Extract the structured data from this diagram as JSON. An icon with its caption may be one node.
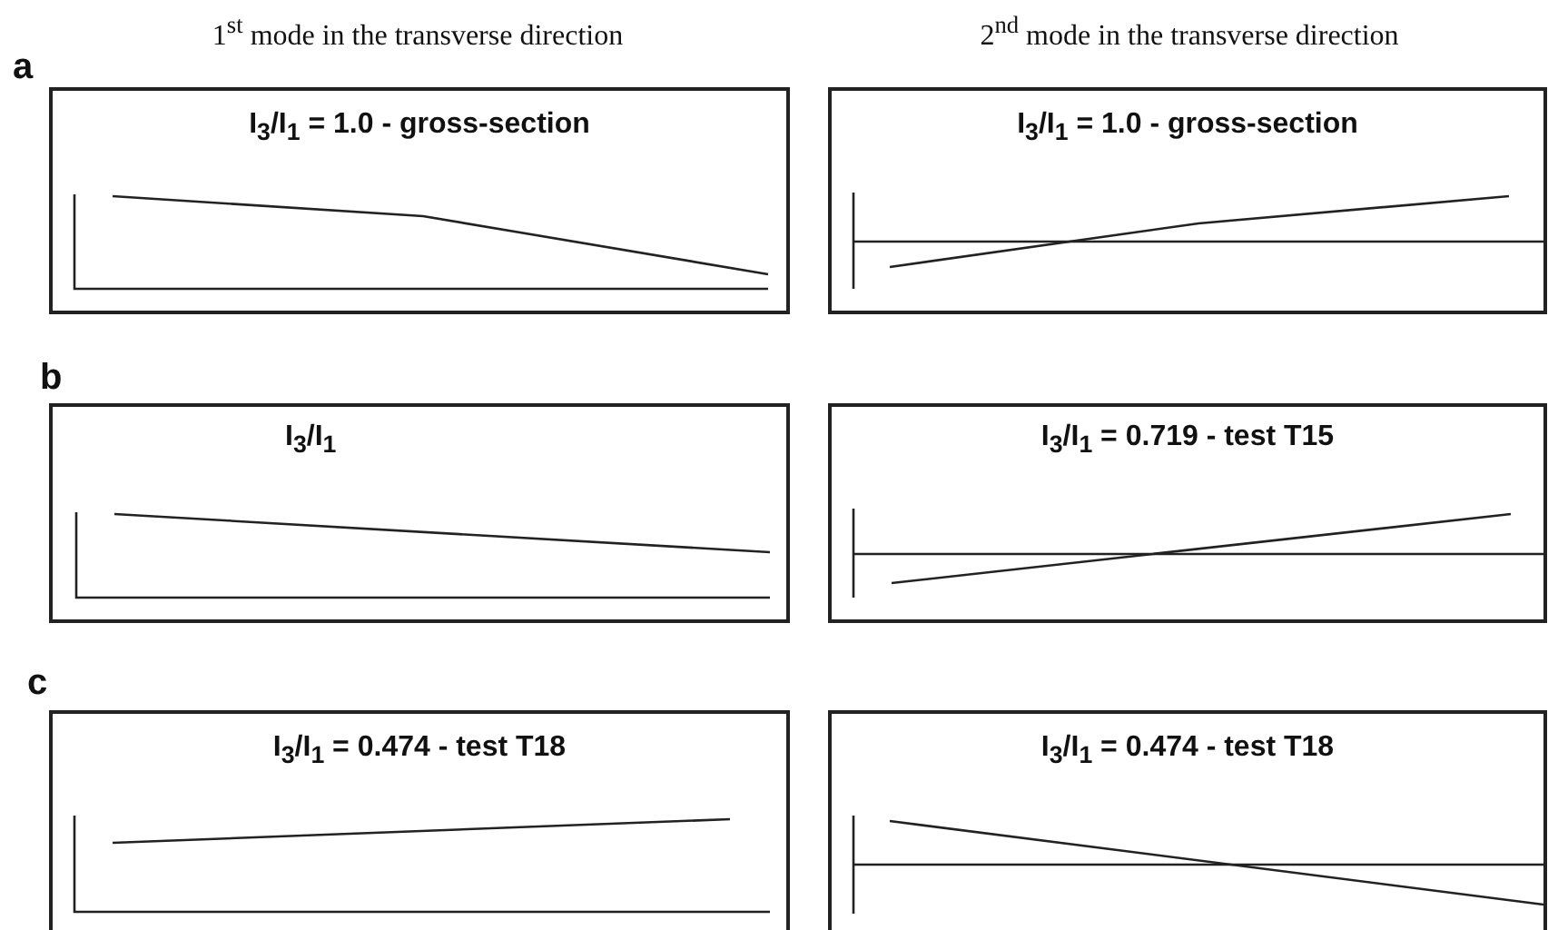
{
  "diagram": {
    "nodes": [
      {
        "text": [
          "I$_{3}$/I$_{1}$ = 1.0 - gross-section"
        ]
      },
      {
        "text": [
          "I$_{3}$/I$_{1}$ = 1.0 - gross-section"
        ]
      },
      {
        "text": [
          "I$_{3}$/I$_{1}$"
        ]
      },
      {
        "text": [
          "I$_{3}$/I$_{1}$ = 0.719 - test T15"
        ]
      },
      {
        "text": [
          "I$_{3}$/I$_{1}$ = 0.474 - test T18"
        ]
      },
      {
        "text": [
          "I$_{3}$/I$_{1}$ = 0.474 - test T18"
        ]
      }
    ],
    "labels": [
      "1$^{st}$ mode in the transverse direction",
      "2$^{nd}$ mode in the transverse direction",
      "a",
      "b",
      "c"
    ]
  }
}
